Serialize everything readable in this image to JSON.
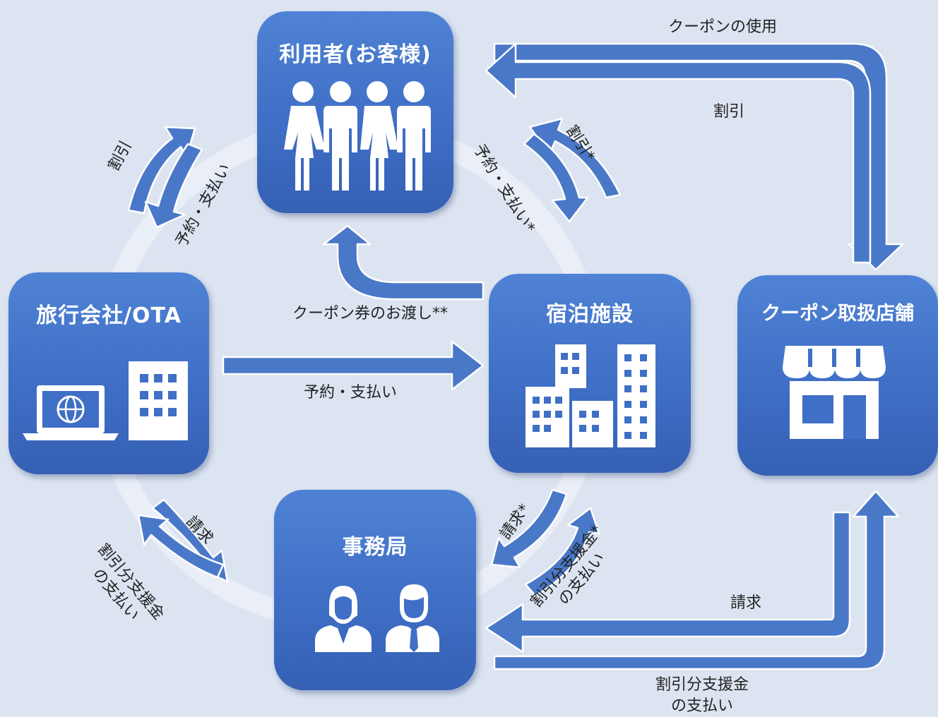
{
  "nodes": {
    "user": {
      "title": "利用者(お客様)",
      "icon": "people-group-icon"
    },
    "hotel": {
      "title": "宿泊施設",
      "icon": "buildings-icon"
    },
    "travel_agency": {
      "title": "旅行会社/OTA",
      "icon": "laptop-office-icon"
    },
    "coupon_store": {
      "title": "クーポン取扱店舗",
      "icon": "storefront-icon"
    },
    "secretariat": {
      "title": "事務局",
      "icon": "staff-icon"
    }
  },
  "labels": {
    "coupon_use": "クーポンの使用",
    "store_discount": "割引",
    "hotel_discount": "割引*",
    "hotel_reserve_pay": "予約・支払い*",
    "agency_discount": "割引",
    "agency_reserve_pay": "予約・支払い",
    "coupon_handover": "クーポン券のお渡し**",
    "agency_to_hotel": "予約・支払い",
    "agency_claim": "請求",
    "agency_subsidy_line1": "割引分支援金",
    "agency_subsidy_line2": "の支払い",
    "hotel_claim": "請求*",
    "hotel_subsidy_line1": "割引分支援金*",
    "hotel_subsidy_line2": "の支払い",
    "store_claim": "請求",
    "store_subsidy_line1": "割引分支援金",
    "store_subsidy_line2": "の支払い"
  },
  "colors": {
    "background": "#dce4f1",
    "node_fill": "#4472c4",
    "arrow_fill": "#4a78c8",
    "arrow_edge": "#ffffff",
    "circle": "#e8eef8"
  }
}
